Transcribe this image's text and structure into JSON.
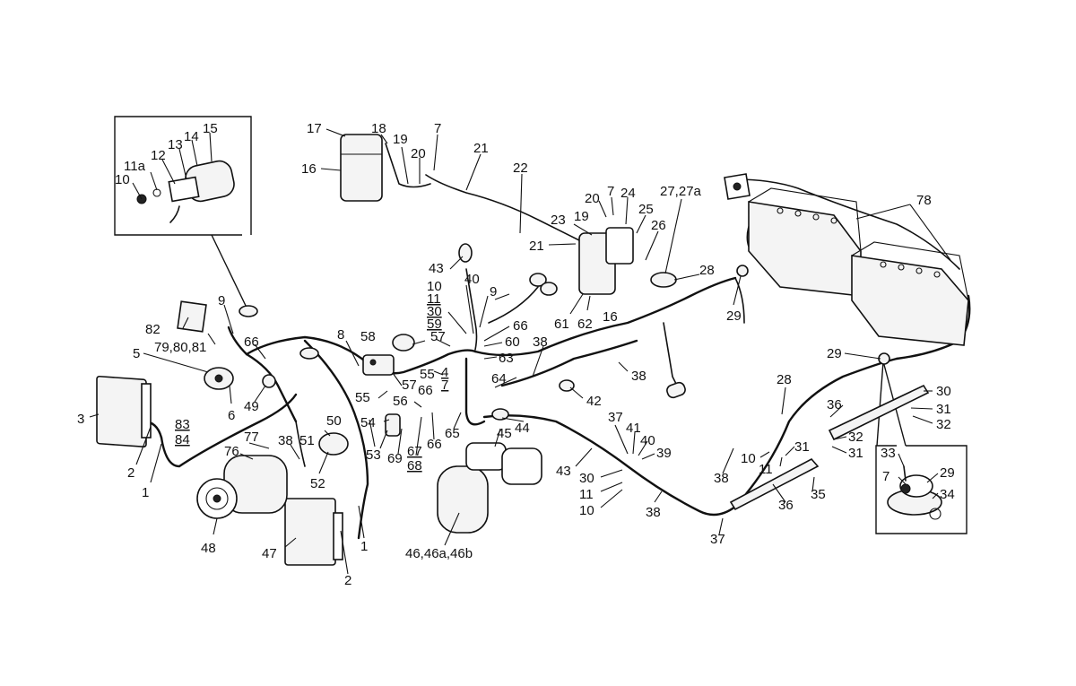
{
  "callouts": {
    "c1a": "1",
    "c1b": "1",
    "c2a": "2",
    "c2b": "2",
    "c3": "3",
    "c5": "5",
    "c6": "6",
    "c7a": "7",
    "c7b": "7",
    "c7c": "7",
    "c8": "8",
    "c9a": "9",
    "c9b": "9",
    "c10a": "10",
    "c10b": "10",
    "c10c": "10",
    "c10d": "10",
    "c11a": "11a",
    "c11b": "11",
    "c11c": "11",
    "c11d": "11",
    "c12": "12",
    "c13": "13",
    "c14": "14",
    "c15": "15",
    "c16a": "16",
    "c16b": "16",
    "c17": "17",
    "c18": "18",
    "c19a": "19",
    "c19b": "19",
    "c20a": "20",
    "c20b": "20",
    "c21a": "21",
    "c21b": "21",
    "c22": "22",
    "c23": "23",
    "c24": "24",
    "c25": "25",
    "c26": "26",
    "c27": "27,27a",
    "c28a": "28",
    "c28b": "28",
    "c29a": "29",
    "c29b": "29",
    "c29c": "29",
    "c30a": "30",
    "c30b": "30",
    "c30c": "30",
    "c31a": "31",
    "c31b": "31",
    "c31c": "31",
    "c32a": "32",
    "c32b": "32",
    "c33": "33",
    "c34": "34",
    "c35": "35",
    "c36a": "36",
    "c36b": "36",
    "c37a": "37",
    "c37b": "37",
    "c38a": "38",
    "c38b": "38",
    "c38c": "38",
    "c38d": "38",
    "c38e": "38",
    "c39": "39",
    "c40a": "40",
    "c40b": "40",
    "c41": "41",
    "c42": "42",
    "c43a": "43",
    "c43b": "43",
    "c44": "44",
    "c45": "45",
    "c46": "46,46a,46b",
    "c47": "47",
    "c48": "48",
    "c49": "49",
    "c50": "50",
    "c51": "51",
    "c52": "52",
    "c53": "53",
    "c54": "54",
    "c55a": "55",
    "c55b": "55",
    "c56": "56",
    "c57a": "57",
    "c57b": "57",
    "c58": "58",
    "c59": "59",
    "c60": "60",
    "c61": "61",
    "c62": "62",
    "c63": "63",
    "c64": "64",
    "c65": "65",
    "c66a": "66",
    "c66b": "66",
    "c66c": "66",
    "c66d": "66",
    "c67": "67",
    "c68": "68",
    "c69": "69",
    "c76": "76",
    "c77": "77",
    "c78": "78",
    "c79": "79,80,81",
    "c82": "82",
    "c83": "83",
    "c84": "84",
    "c4": "4"
  },
  "stack_10_11_30_59": [
    "10",
    "11",
    "30",
    "59"
  ]
}
